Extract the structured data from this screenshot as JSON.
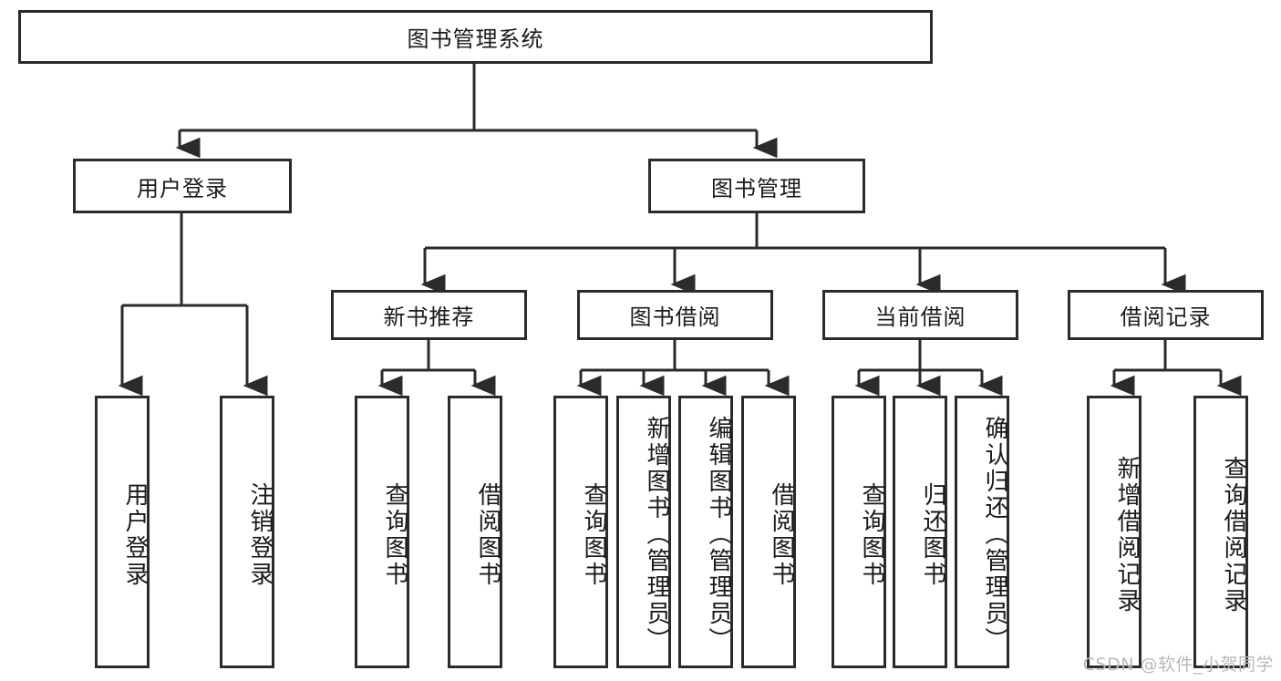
{
  "diagram": {
    "title": "图书管理系统",
    "type": "tree-hierarchy-diagram",
    "watermark": "CSDN @软件_小贺同学",
    "colors": {
      "background": "#ffffff",
      "box_border": "#2b2b2b",
      "box_fill": "#ffffff",
      "text": "#1a1a1a",
      "connector": "#2b2b2b",
      "watermark": "#b9b9b9"
    },
    "nodes": {
      "root": {
        "label": "图书管理系统"
      },
      "level2": [
        {
          "label": "用户登录"
        },
        {
          "label": "图书管理"
        }
      ],
      "level3": [
        {
          "label": "新书推荐"
        },
        {
          "label": "图书借阅"
        },
        {
          "label": "当前借阅"
        },
        {
          "label": "借阅记录"
        }
      ],
      "leaves": {
        "user_login": [
          {
            "label": "用户登录"
          },
          {
            "label": "注销登录"
          }
        ],
        "new_book_recommend": [
          {
            "label": "查询图书"
          },
          {
            "label": "借阅图书"
          }
        ],
        "book_borrow": [
          {
            "label": "查询图书"
          },
          {
            "label": "新增图书（管理员）"
          },
          {
            "label": "编辑图书（管理员）"
          },
          {
            "label": "借阅图书"
          }
        ],
        "current_borrow": [
          {
            "label": "查询图书"
          },
          {
            "label": "归还图书"
          },
          {
            "label": "确认归还（管理员）"
          }
        ],
        "borrow_records": [
          {
            "label": "新增借阅记录"
          },
          {
            "label": "查询借阅记录"
          }
        ]
      }
    }
  }
}
